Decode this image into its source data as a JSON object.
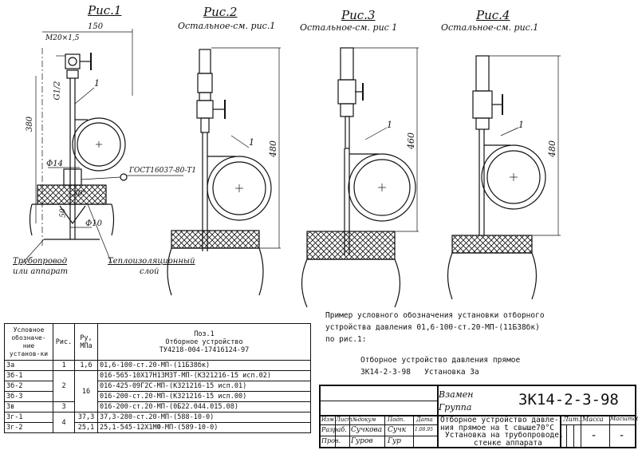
{
  "figures": [
    {
      "title": "Рис.1",
      "subtitle": ""
    },
    {
      "title": "Рис.2",
      "subtitle": "Остальное-см. рис.1"
    },
    {
      "title": "Рис.3",
      "subtitle": "Остальное-см. рис 1"
    },
    {
      "title": "Рис.4",
      "subtitle": "Остальное-см. рис.1"
    }
  ],
  "dims": {
    "thread": "M20×1,5",
    "width_150": "150",
    "h_380": "380",
    "pipe_thread": "G1/2",
    "d14": "Ф14",
    "d10": "Ф10",
    "depth_50": "50",
    "angle_30": "30°",
    "gost": "ГОСТ16037-80-Т1",
    "h_480a": "480",
    "h_460": "460",
    "h_480b": "480",
    "callout": "1"
  },
  "labels": {
    "pipeline_1": "Трубопровод",
    "pipeline_2": "или аппарат",
    "insulation_1": "Теплоизоляционный",
    "insulation_2": "слой"
  },
  "table": {
    "headers": {
      "col1": "Условное обозначе-ние установ-ки",
      "col2": "Рис.",
      "col3a": "Ру,",
      "col3b": "МПа",
      "col4a": "Поз.1",
      "col4b": "Отборное устройство",
      "col4c": "ТУ4218-004-17416124-97"
    },
    "rows": [
      {
        "code": "3а",
        "fig": "1",
        "pressure": "1,6",
        "device": "01,6-100-ст.20-МП-(11Б38бк)"
      },
      {
        "code": "3б-1",
        "fig": "",
        "pressure": "",
        "device": "016-565-10Х17Н13М3Т-МП-(К321216-15 исп.02)"
      },
      {
        "code": "3б-2",
        "fig": "2",
        "pressure": "16",
        "device": "016-425-09Г2С-МП-(К321216-15 исп.01)"
      },
      {
        "code": "3б-3",
        "fig": "",
        "pressure": "",
        "device": "016-200-ст.20-МП-(К321216-15 исп.00)"
      },
      {
        "code": "3в",
        "fig": "3",
        "pressure": "",
        "device": "016-200-ст.20-МП-(0Б22.044.015.08)"
      },
      {
        "code": "3г-1",
        "fig": "4",
        "pressure": "37,3",
        "device": "37,3-280-ст.20-МП-(588-10-0)"
      },
      {
        "code": "3г-2",
        "fig": "",
        "pressure": "25,1",
        "device": "25,1-545-12Х1МФ-МП-(589-10-0)"
      }
    ]
  },
  "example": {
    "line1": "Пример условного обозначения установки отборного",
    "line2": "устройства давления 01,6-100-ст.20-МП-(11Б38бк)",
    "line3": "по рис.1:",
    "line4": "Отборное устройство давления прямое",
    "line5a": "3К14-2-3-98",
    "line5b": "Установка 3а"
  },
  "title_block": {
    "vzamen": "Взамен",
    "gruppa": "Группа",
    "code": "3К14-2-3-98",
    "desc1": "Отборное устройство давле-",
    "desc2": "ния прямое на t свыше70°С",
    "desc3": "Установка на трубопроводе,",
    "desc4": "стенке аппарата",
    "h_izm": "Изм",
    "h_list": "Лист",
    "h_ndok": "№докум",
    "h_podp": "Подп.",
    "h_data": "Дата",
    "r1_role": "Разраб.",
    "r1_name": "Сучкова",
    "r1_sign": "Сучк",
    "r1_date": "1.08.95",
    "r2_role": "Пров.",
    "r2_name": "Гуров",
    "r2_sign": "Гур",
    "lit": "Лит.",
    "massa": "Масса",
    "masshtab": "Масштаб",
    "dash1": "-",
    "dash2": "-"
  }
}
